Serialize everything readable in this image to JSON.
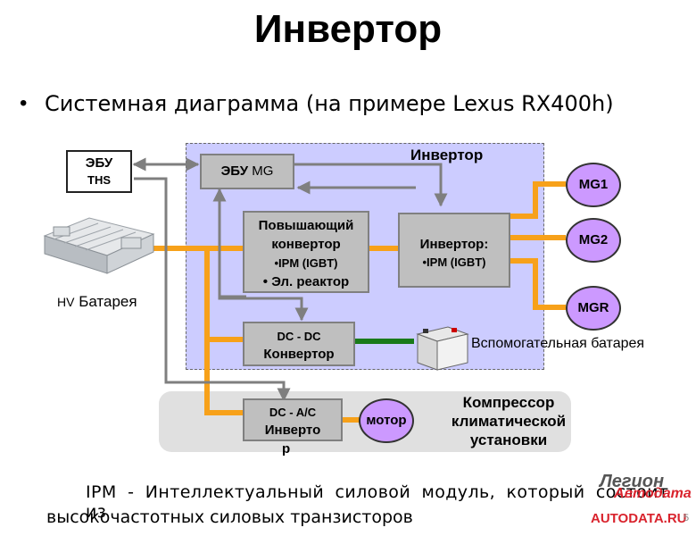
{
  "title": "Инвертор",
  "bullet_symbol": "•",
  "subtitle": "Системная диаграмма (на примере Lexus RX400h)",
  "regions": {
    "inverter_label": "Инвертор",
    "compressor_label_1": "Компрессор",
    "compressor_label_2": "климатической",
    "compressor_label_3": "установки"
  },
  "blocks": {
    "ecu_ths_1": "ЭБУ",
    "ecu_ths_2": "THS",
    "ecu_mg_1": "ЭБУ",
    "ecu_mg_2": "MG",
    "boost_1": "Повышающий",
    "boost_2": "конвертор",
    "boost_3": "•IPM (IGBT)",
    "boost_4": "• Эл. реактор",
    "inverter_1": "Инвертор:",
    "inverter_2": "•IPM (IGBT)",
    "dcdc_1": "DC - DC",
    "dcdc_2": "Конвертор",
    "dcac_1": "DC - A/C",
    "dcac_2": "Инверто",
    "dcac_3": "р",
    "motor": "мотор",
    "mg1": "MG1",
    "mg2": "MG2",
    "mgr": "MGR"
  },
  "labels": {
    "hv_battery_prefix": "HV",
    "hv_battery": "Батарея",
    "aux_battery": "Вспомогательная батарея"
  },
  "footer": {
    "line1": "IPM - Интеллектуальный силовой модуль, который состоит из",
    "line2": "высокочастотных силовых транзисторов"
  },
  "logo": {
    "brand_1": "Легион",
    "brand_2": "Автодата",
    "site": "AUTODATA.RU",
    "page_number": "5"
  },
  "colors": {
    "power_line": "#f7a11a",
    "signal_line": "#7f7f7f",
    "dc_line": "#1a7a1a",
    "inverter_region": "#ccccff",
    "motor_circle": "#cc99ff",
    "logo_red": "#d9232d"
  }
}
